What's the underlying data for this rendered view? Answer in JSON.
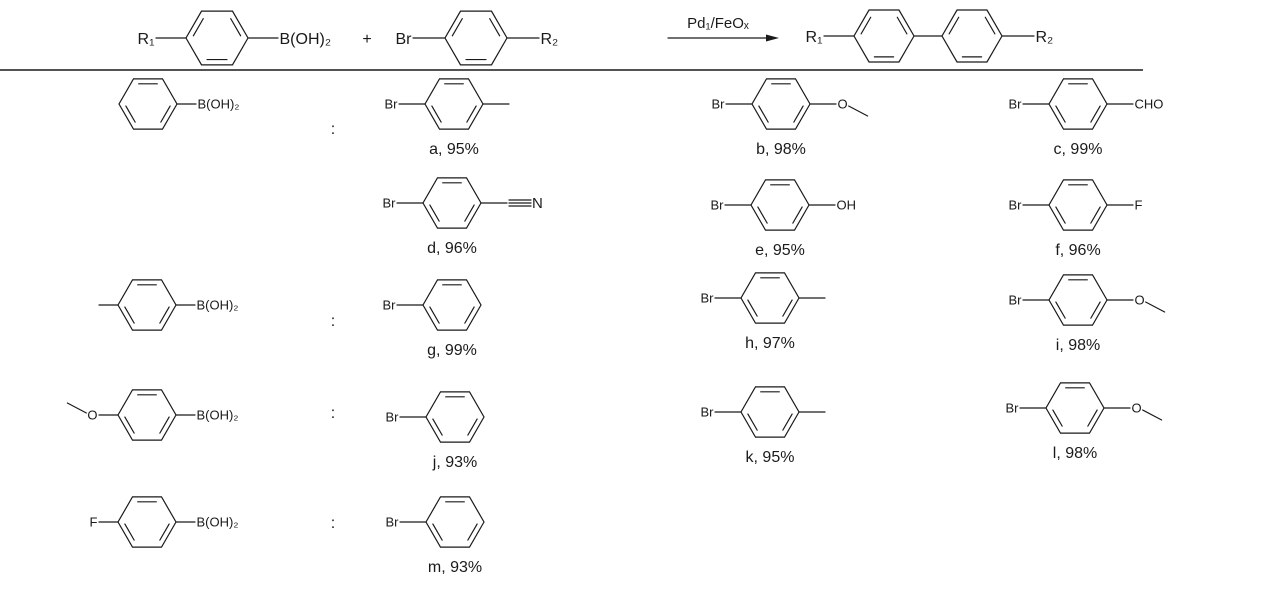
{
  "scheme": {
    "reactant1": {
      "left": {
        "kind": "text",
        "text": "R₁"
      },
      "right": {
        "kind": "text",
        "text": "B(OH)₂"
      }
    },
    "plus": "+",
    "reactant2": {
      "left": {
        "kind": "text",
        "text": "Br"
      },
      "right": {
        "kind": "text",
        "text": "R₂"
      }
    },
    "catalyst": "Pd₁/FeOₓ",
    "product": {
      "left": {
        "kind": "text",
        "text": "R₁"
      },
      "right": {
        "kind": "text",
        "text": "R₂"
      }
    }
  },
  "separator": ":",
  "rows": [
    {
      "boronic_acid": {
        "left": null,
        "right": {
          "kind": "text",
          "text": "B(OH)₂"
        }
      },
      "products": [
        {
          "left": {
            "kind": "text",
            "text": "Br"
          },
          "right": {
            "kind": "line"
          },
          "label": "a, 95%"
        },
        {
          "left": {
            "kind": "text",
            "text": "Br"
          },
          "right": {
            "kind": "ether",
            "text": "O"
          },
          "label": "b, 98%"
        },
        {
          "left": {
            "kind": "text",
            "text": "Br"
          },
          "right": {
            "kind": "text",
            "text": "CHO"
          },
          "label": "c, 99%"
        }
      ]
    },
    {
      "boronic_acid": null,
      "products": [
        {
          "left": {
            "kind": "text",
            "text": "Br"
          },
          "right": {
            "kind": "nitrile",
            "text": "N"
          },
          "label": "d, 96%"
        },
        {
          "left": {
            "kind": "text",
            "text": "Br"
          },
          "right": {
            "kind": "text",
            "text": "OH"
          },
          "label": "e, 95%"
        },
        {
          "left": {
            "kind": "text",
            "text": "Br"
          },
          "right": {
            "kind": "text",
            "text": "F"
          },
          "label": "f, 96%"
        }
      ]
    },
    {
      "boronic_acid": {
        "left": {
          "kind": "line"
        },
        "right": {
          "kind": "text",
          "text": "B(OH)₂"
        }
      },
      "products": [
        {
          "left": {
            "kind": "text",
            "text": "Br"
          },
          "right": null,
          "label": "g, 99%"
        },
        {
          "left": {
            "kind": "text",
            "text": "Br"
          },
          "right": {
            "kind": "line"
          },
          "label": "h, 97%"
        },
        {
          "left": {
            "kind": "text",
            "text": "Br"
          },
          "right": {
            "kind": "ether",
            "text": "O"
          },
          "label": "i, 98%"
        }
      ]
    },
    {
      "boronic_acid": {
        "left": {
          "kind": "ether",
          "text": "O"
        },
        "right": {
          "kind": "text",
          "text": "B(OH)₂"
        }
      },
      "products": [
        {
          "left": {
            "kind": "text",
            "text": "Br"
          },
          "right": null,
          "label": "j, 93%"
        },
        {
          "left": {
            "kind": "text",
            "text": "Br"
          },
          "right": {
            "kind": "line"
          },
          "label": "k, 95%"
        },
        {
          "left": {
            "kind": "text",
            "text": "Br"
          },
          "right": {
            "kind": "ether",
            "text": "O"
          },
          "label": "l, 98%"
        }
      ]
    },
    {
      "boronic_acid": {
        "left": {
          "kind": "text",
          "text": "F"
        },
        "right": {
          "kind": "text",
          "text": "B(OH)₂"
        }
      },
      "products": [
        {
          "left": {
            "kind": "text",
            "text": "Br"
          },
          "right": null,
          "label": "m, 93%"
        }
      ]
    }
  ]
}
